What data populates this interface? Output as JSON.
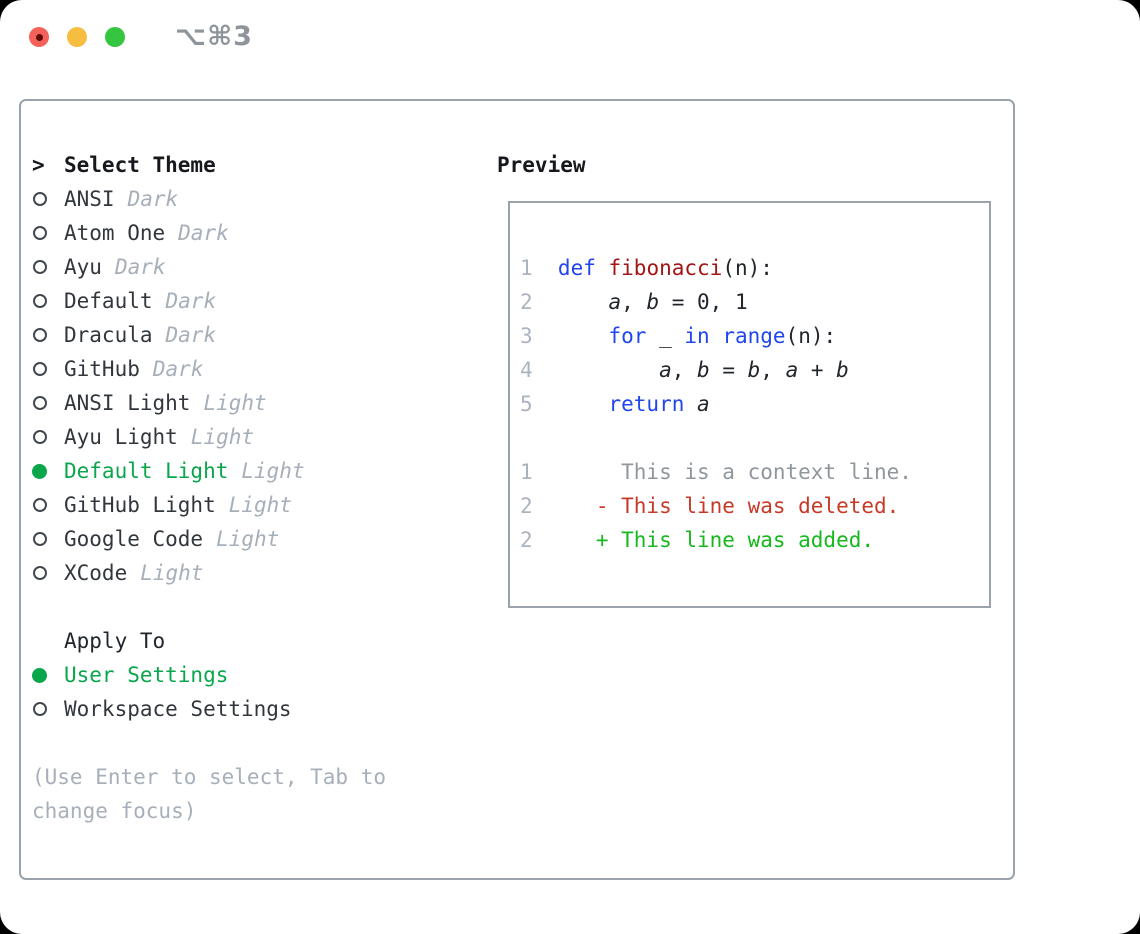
{
  "titlebar": {
    "title": "⌥⌘3",
    "traffic_lights": [
      "close",
      "minimize",
      "zoom"
    ]
  },
  "theme_list": {
    "pointer": ">",
    "header": "Select Theme",
    "items": [
      {
        "name": "ANSI",
        "tag": "Dark",
        "selected": false
      },
      {
        "name": "Atom One",
        "tag": "Dark",
        "selected": false
      },
      {
        "name": "Ayu",
        "tag": "Dark",
        "selected": false
      },
      {
        "name": "Default",
        "tag": "Dark",
        "selected": false
      },
      {
        "name": "Dracula",
        "tag": "Dark",
        "selected": false
      },
      {
        "name": "GitHub",
        "tag": "Dark",
        "selected": false
      },
      {
        "name": "ANSI Light",
        "tag": "Light",
        "selected": false
      },
      {
        "name": "Ayu Light",
        "tag": "Light",
        "selected": false
      },
      {
        "name": "Default Light",
        "tag": "Light",
        "selected": true
      },
      {
        "name": "GitHub Light",
        "tag": "Light",
        "selected": false
      },
      {
        "name": "Google Code",
        "tag": "Light",
        "selected": false
      },
      {
        "name": "XCode",
        "tag": "Light",
        "selected": false
      }
    ]
  },
  "apply_to": {
    "header": "Apply To",
    "items": [
      {
        "name": "User Settings",
        "selected": true
      },
      {
        "name": "Workspace Settings",
        "selected": false
      }
    ]
  },
  "help_text": "(Use Enter to select, Tab to change focus)",
  "preview": {
    "title": "Preview",
    "code_lines": [
      {
        "num": "1",
        "segs": [
          {
            "t": "def",
            "c": "kw"
          },
          {
            "t": " ",
            "c": "pl"
          },
          {
            "t": "fibonacci",
            "c": "fn"
          },
          {
            "t": "(n):",
            "c": "pl"
          }
        ]
      },
      {
        "num": "2",
        "segs": [
          {
            "t": "    ",
            "c": "pl"
          },
          {
            "t": "a",
            "c": "var"
          },
          {
            "t": ", ",
            "c": "pl"
          },
          {
            "t": "b",
            "c": "var"
          },
          {
            "t": " = 0, 1",
            "c": "pl"
          }
        ]
      },
      {
        "num": "3",
        "segs": [
          {
            "t": "    ",
            "c": "pl"
          },
          {
            "t": "for",
            "c": "kw"
          },
          {
            "t": " _ ",
            "c": "pl"
          },
          {
            "t": "in",
            "c": "kw"
          },
          {
            "t": " ",
            "c": "pl"
          },
          {
            "t": "range",
            "c": "kw"
          },
          {
            "t": "(n):",
            "c": "pl"
          }
        ]
      },
      {
        "num": "4",
        "segs": [
          {
            "t": "        ",
            "c": "pl"
          },
          {
            "t": "a",
            "c": "var"
          },
          {
            "t": ", ",
            "c": "pl"
          },
          {
            "t": "b",
            "c": "var"
          },
          {
            "t": " = ",
            "c": "pl"
          },
          {
            "t": "b",
            "c": "var"
          },
          {
            "t": ", ",
            "c": "pl"
          },
          {
            "t": "a",
            "c": "var"
          },
          {
            "t": " + ",
            "c": "pl"
          },
          {
            "t": "b",
            "c": "var"
          }
        ]
      },
      {
        "num": "5",
        "segs": [
          {
            "t": "    ",
            "c": "pl"
          },
          {
            "t": "return",
            "c": "kw"
          },
          {
            "t": " ",
            "c": "pl"
          },
          {
            "t": "a",
            "c": "var"
          }
        ]
      }
    ],
    "diff_lines": [
      {
        "num": "1",
        "segs": [
          {
            "t": "     This is a context line.",
            "c": "ctx"
          }
        ]
      },
      {
        "num": "2",
        "segs": [
          {
            "t": "   - This line was deleted.",
            "c": "del"
          }
        ]
      },
      {
        "num": "2",
        "segs": [
          {
            "t": "   + This line was added.",
            "c": "add"
          }
        ]
      }
    ]
  },
  "colors": {
    "selection_green": "#0aa64c",
    "diff_add_green": "#17b81e",
    "diff_delete_red": "#c83928",
    "keyword_blue": "#2145ee",
    "function_red": "#a31515",
    "plain_text": "#21262c",
    "muted_gray": "#a6afba",
    "line_number_gray": "#abb4be",
    "context_gray": "#8f979e",
    "panel_border": "#9aa2ac",
    "title_gray": "#8e949b",
    "traffic_red": "#f4605a",
    "traffic_yellow": "#f6bd40",
    "traffic_green": "#36c541"
  }
}
